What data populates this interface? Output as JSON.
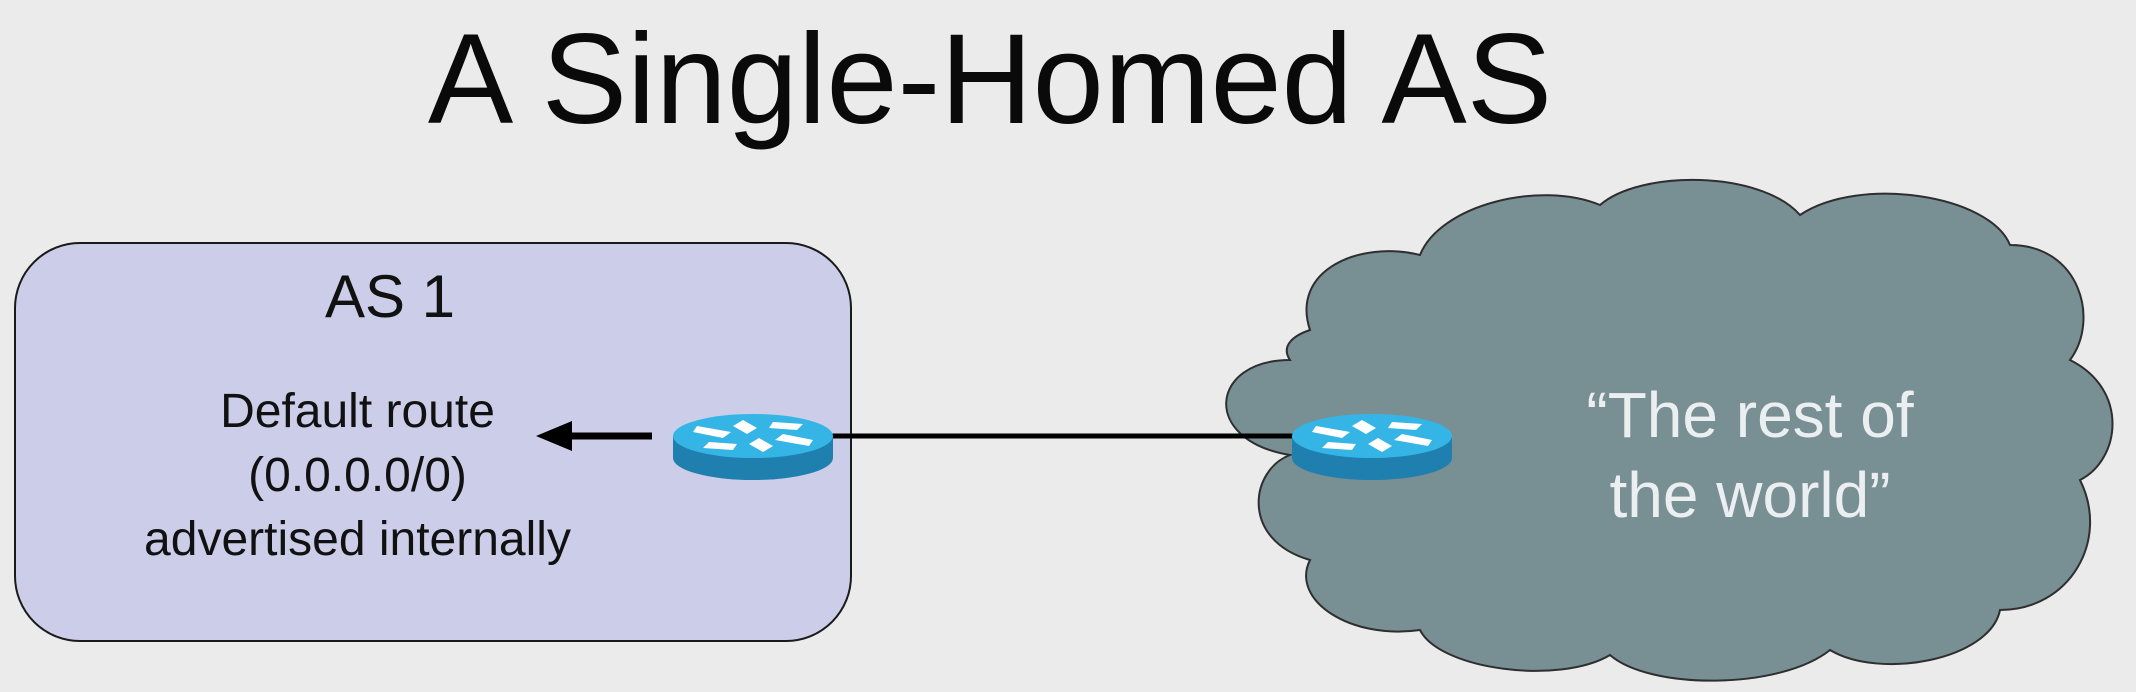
{
  "slide": {
    "title": "A Single-Homed AS"
  },
  "as_box": {
    "label": "AS 1",
    "route_lines": [
      "Default route",
      "(0.0.0.0/0)",
      "advertised internally"
    ]
  },
  "cloud": {
    "lines": [
      "“The rest of",
      "the world”"
    ]
  },
  "icons": {
    "left_router": "router-icon",
    "right_router": "router-icon",
    "arrow": "arrow-left-icon"
  },
  "colors": {
    "as_box_fill": "#cbcde9",
    "cloud_fill": "#788f94",
    "router_top": "#35b5e6",
    "router_side": "#1f7fae",
    "background": "#ebebeb"
  }
}
